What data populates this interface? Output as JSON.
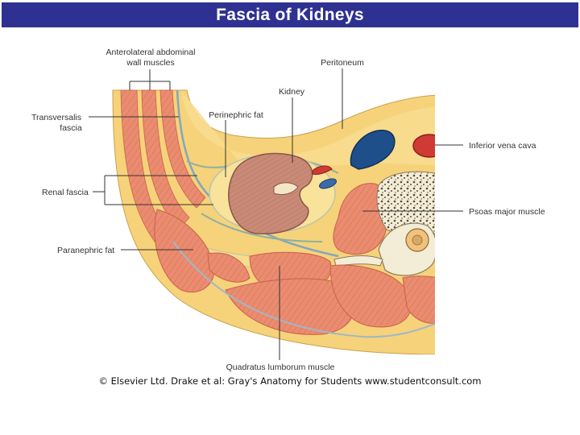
{
  "title": "Fascia of Kidneys",
  "labels": {
    "anterolateral_line1": "Anterolateral abdominal",
    "anterolateral_line2": "wall muscles",
    "peritoneum": "Peritoneum",
    "kidney": "Kidney",
    "transversalis_line1": "Transversalis",
    "transversalis_line2": "fascia",
    "perinephric_fat": "Perinephric fat",
    "inferior_vena_cava": "Inferior vena cava",
    "renal_fascia": "Renal fascia",
    "psoas_major": "Psoas major muscle",
    "paranephric_fat": "Paranephric fat",
    "quadratus_lumborum": "Quadratus lumborum muscle"
  },
  "credit": "© Elsevier Ltd. Drake et al: Gray's Anatomy for Students www.studentconsult.com",
  "colors": {
    "title_bar": "#2e3192",
    "fat": "#f6d27a",
    "muscle": "#e8846a",
    "fascia": "#9fb8c8",
    "kidney": "#c98a78",
    "vein": "#1f4f8a",
    "artery": "#d03a35",
    "bone": "#f3ecd6"
  }
}
